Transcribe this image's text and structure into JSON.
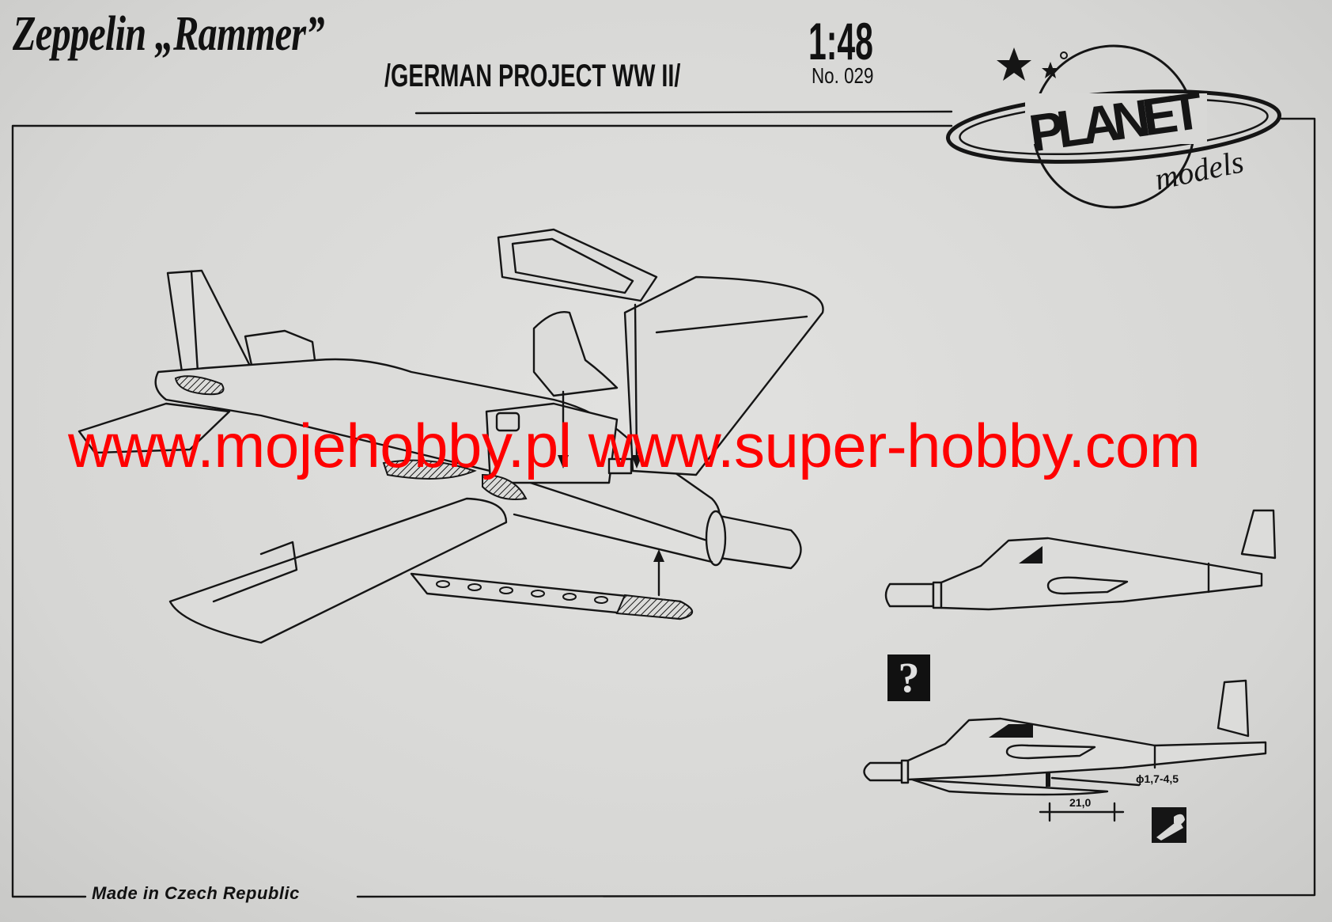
{
  "header": {
    "title": "Zeppelin „Rammer”",
    "subtitle": "/GERMAN PROJECT WW II/",
    "scale": "1:48",
    "kit_number": "No. 029"
  },
  "logo": {
    "brand": "PLANET",
    "sub": "models"
  },
  "watermark": "www.mojehobby.pl www.super-hobby.com",
  "footer": {
    "made_in": "Made in Czech Republic"
  },
  "side_views": {
    "question_mark": "?",
    "diameter_label": "ϕ1,7-4,5",
    "length_label": "21,0"
  },
  "colors": {
    "paper": "#d8d8d6",
    "ink": "#151515",
    "watermark": "#ff0000"
  }
}
